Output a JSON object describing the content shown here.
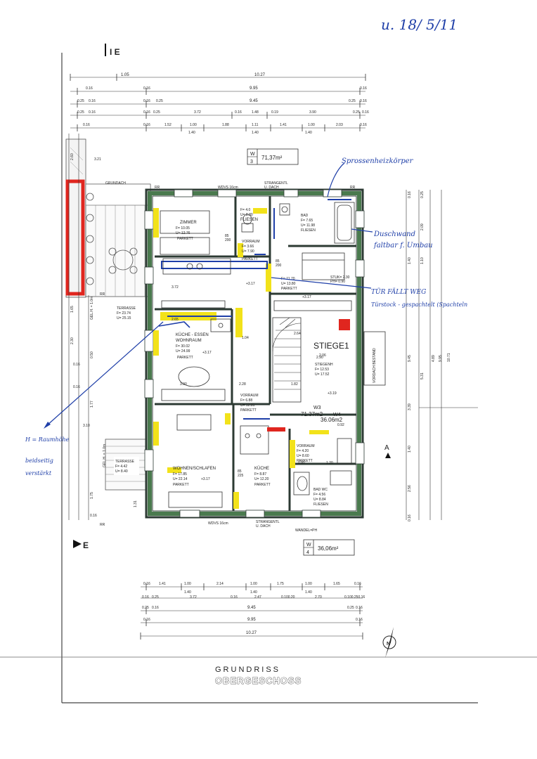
{
  "handwriting": {
    "top_right_ref": "u. 18/ 5/11",
    "note_heizung": "Sprossenheizkörper",
    "note_duschwand": "Duschwand",
    "note_duschwand2": "faltbar f. Umbau",
    "note_tuer": "TÜR FÄLLT WEG",
    "note_tuer2": "Türstock - gespachtelt (Spachteln",
    "note_raumhoehe": "H = Raumhöhe",
    "note_raumhoehe2": "beidseitig",
    "note_raumhoehe3": "verstärkt"
  },
  "section_marks": {
    "top": "I E",
    "bottom": "E"
  },
  "dims_top": {
    "r1_left": "1.05",
    "r1_total": "10.27",
    "r2_l": "0.16",
    "r2_l2": "0.16",
    "r2_mid": "9.95",
    "r2_r": "0.16",
    "r3_l": "0.25",
    "r3_l2": "0.16",
    "r3_l3": "0.16",
    "r3_l4": "0.25",
    "r3_mid": "9.45",
    "r3_r": "0.25",
    "r3_r2": "0.16",
    "r4_a": "0.25",
    "r4_b": "0.16",
    "r4_c": "0.16",
    "r4_d": "0.25",
    "r4_e": "3.72",
    "r4_f": "0.16",
    "r4_g": "1.48",
    "r4_h": "0.19",
    "r4_i": "3.90",
    "r4_j": "0.25",
    "r4_k": "0.16",
    "r5_a": "0.16",
    "r5_b": "0.16",
    "r5_c": "1.52",
    "r5_d": "1.00",
    "r5_e": "1.88",
    "r5_f": "1.11",
    "r5_g": "1.41",
    "r5_h": "1.00",
    "r5_i": "2.03",
    "r5_j": "0.16",
    "r6_a": "1.40",
    "r6_b": "1.40",
    "r6_c": "1.40"
  },
  "dims_bottom": {
    "b1_a": "0.16",
    "b1_b": "1.41",
    "b1_c": "1.00",
    "b1_d": "2.14",
    "b1_e": "1.00",
    "b1_f": "1.75",
    "b1_g": "1.00",
    "b1_h": "1.65",
    "b1_i": "0.16",
    "b2_a": "1.40",
    "b2_b": "1.40",
    "b2_c": "1.40",
    "b3_a": "0.16",
    "b3_b": "0.25",
    "b3_c": "3.72",
    "b3_d": "0.16",
    "b3_e": "2.47",
    "b3_f": "0.100.20",
    "b3_g": "2.70",
    "b3_h": "0.100.250.16",
    "b4_a": "0.25",
    "b4_b": "0.16",
    "b4_mid": "9.45",
    "b4_r": "0.25",
    "b4_r2": "0.16",
    "b5_a": "0.16",
    "b5_mid": "9.95",
    "b5_r": "0.16",
    "b6_mid": "10.27"
  },
  "dims_left": {
    "l1": "3.21",
    "l2": "2.60",
    "l3": "1.65",
    "l4": "2.30",
    "l5": "0.50",
    "l6": "0.16",
    "l7": "0.16",
    "l8": "1.77",
    "l9": "3.10",
    "l10": "1.75",
    "l11": "1.31",
    "l12": "0.16"
  },
  "dims_right": {
    "r1": "0.16",
    "r2": "0.25",
    "r3": "2.09",
    "r4": "1.40",
    "r5": "1.10",
    "r6": "4.89",
    "r7": "5.31",
    "r8": "9.45",
    "r9": "9.95",
    "r10": "10.71",
    "r11": "3.39",
    "r12": "1.40",
    "r13": "2.56",
    "r14": "0.16"
  },
  "units": {
    "w3_top_label": "W",
    "w3_top_num": "3",
    "w3_top_area": "71,37m²",
    "w4_bot_label": "W",
    "w4_bot_num": "4",
    "w4_bot_area": "36,06m²",
    "w3_center": "W3",
    "w3_center_area": "71.37m2",
    "w4_center": "W4",
    "w4_center_area": "36.06m2"
  },
  "rooms": {
    "zimmer": {
      "name": "ZIMMER",
      "f": "F= 10.05",
      "u": "U= 12.76",
      "floor": "PARKETT"
    },
    "fliesen_wc": {
      "name": "FLIESEN",
      "f": "F= 4.0",
      "u": "U= 8.80"
    },
    "vorraum_top": {
      "name": "VORRAUM",
      "f": "F= 3.66",
      "u": "U= 7.90",
      "floor": "PARKETT"
    },
    "bad_top": {
      "name": "BAD",
      "f": "F= 7.65",
      "u": "U= 11.98",
      "floor": "FLIESEN"
    },
    "room_top_right": {
      "f": "F= 11.70",
      "u": "U= 13.80",
      "floor": "PARKETT"
    },
    "terrasse1": {
      "name": "TERRASSE",
      "f": "F= 23.74",
      "u": "U= 25.15"
    },
    "kueche_essen": {
      "name": "KÜCHE - ESSEN",
      "name2": "WOHNRAUM",
      "f": "F= 30.02",
      "u": "U= 24.99",
      "floor": "PARKETT"
    },
    "stiege": {
      "name": "STIEGE1",
      "sub": "STIEGENH",
      "f": "F= 12.53",
      "u": "U= 17.52"
    },
    "vorraum_mid": {
      "name": "VORRAUM",
      "f": "F= 6.88",
      "u": "U= 12.81",
      "floor": "PARKETT"
    },
    "terrasse2": {
      "name": "TERRASSE",
      "f": "F= 4.42",
      "u": "U= 8.40"
    },
    "wohnen_schlafen": {
      "name": "WOHNEN/SCHLAFEN",
      "f": "F= 17.85",
      "u": "U= 22.14",
      "floor": "PARKETT"
    },
    "kueche_bot": {
      "name": "KÜCHE",
      "f": "F= 8.87",
      "u": "U= 12.20",
      "floor": "PARKETT"
    },
    "vorraum_bot": {
      "name": "VORRAUM",
      "f": "F= 4.20",
      "u": "U= 8.60",
      "floor": "PARKETT"
    },
    "bad_wc": {
      "name": "BAD WC",
      "f": "F= 4.56",
      "u": "U= 8.84",
      "floor": "FLIESEN"
    }
  },
  "misc_labels": {
    "grundach": "GRUNDACH",
    "strangentl_top": "STRANGENTL",
    "dach_top": "U. DACH",
    "wdvs_top": "WDVS 16cm",
    "wdvs_bot": "WDVS 16cm",
    "strangentl_bot": "STRANGENTL",
    "dach_bot": "U. DACH",
    "wandel": "WANDEL=PH",
    "stuk": "STUK= 2.30",
    "ph": "PH= 0.90",
    "vordach": "VORDACH BESTAND",
    "rr1": "RR",
    "rr2": "RR",
    "rr3": "RR",
    "rr4": "RR",
    "level1": "+3.17",
    "level2": "+3.17",
    "level3": "+3.17",
    "level4": "+3.19",
    "level5": "+3.17",
    "door1": "85",
    "door1b": "200",
    "door2": "85",
    "door2b": "200",
    "door3": "85",
    "door3b": "225",
    "gelk": "GEL.H. = 1.0m",
    "gelk2": "GEL.H. = 1.0m",
    "section_a": "A",
    "dim_372": "3.72",
    "dim_265": "2.65",
    "dim_300": "3.00",
    "dim_228": "2.28",
    "dim_104": "1.04",
    "dim_206": "2.06",
    "dim_290": "2.90",
    "dim_264": "2.64",
    "dim_092": "0.92",
    "dim_182": "1.82",
    "dim_090": "0.90",
    "dim_120": "1.20"
  },
  "footer": {
    "title_line1": "GRUNDRISS",
    "title_line2": "OBERGESCHOSS"
  },
  "colors": {
    "wall_green": "#4a7a4e",
    "wall_dark": "#2c3a33",
    "highlight_yellow": "#f2e21a",
    "accent_red": "#e0261f",
    "pen_blue": "#1f3fa8",
    "line_gray": "#555555"
  },
  "icons": [
    "north-arrow-icon",
    "section-arrow-icon",
    "stair-icon",
    "red-marker-icon"
  ]
}
